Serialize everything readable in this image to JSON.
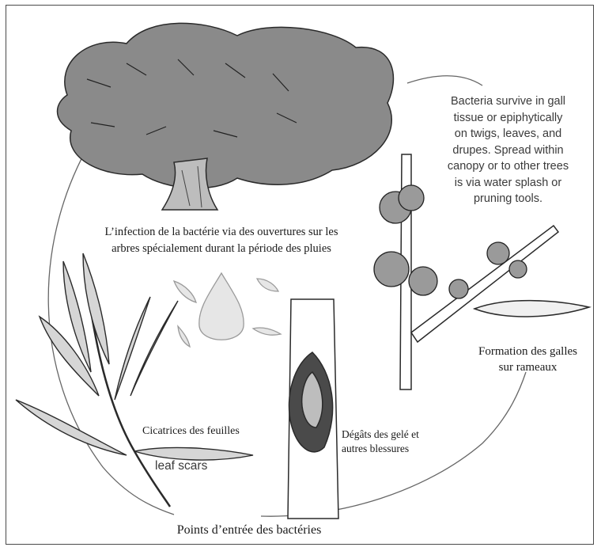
{
  "labels": {
    "infection": "L’infection de la bactérie via des ouvertures sur les\narbres spécialement durant la période des pluies",
    "bacteria_survive": "Bacteria survive in gall\ntissue or epiphytically\non twigs, leaves, and\ndrupes. Spread within\ncanopy or to other trees\nis via water splash or\npruning tools.",
    "galls_formation": "Formation des galles\nsur rameaux",
    "frost_damage": "Dégâts des gelé et\nautres blessures",
    "leaf_scars_fr": "Cicatrices des feuilles",
    "leaf_scars_en": "leaf scars",
    "entry_points": "Points d’entrée des bactéries"
  },
  "colors": {
    "border": "#4a4a4a",
    "ink": "#2a2a2a",
    "cycle_line": "#666666",
    "drop_fill": "#e6e6e6"
  },
  "illustrations": [
    "olive-tree",
    "gall-branch",
    "leaf-twig",
    "water-drop",
    "frost-wound-trunk",
    "cycle-arc"
  ]
}
